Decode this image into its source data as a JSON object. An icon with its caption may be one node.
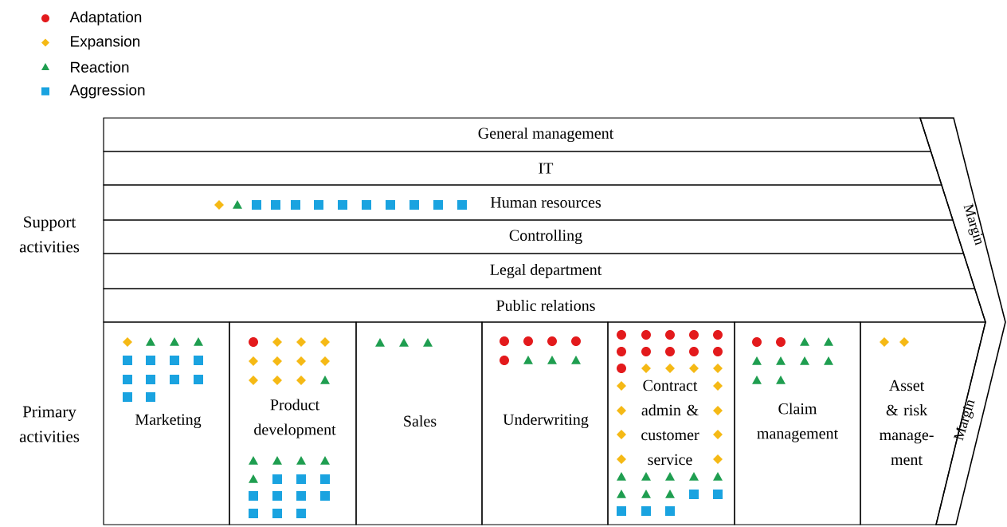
{
  "diagram": {
    "nodes": [
      {
        "text": [
          "General management"
        ]
      },
      {
        "text": [
          "IT"
        ]
      },
      {
        "text": [
          "Human resources"
        ]
      },
      {
        "text": [
          "Controlling"
        ]
      },
      {
        "text": [
          "Legal department"
        ]
      },
      {
        "text": [
          "Public relations"
        ]
      },
      {
        "text": [
          "Marketing"
        ]
      },
      {
        "text": [
          "Product development"
        ]
      },
      {
        "text": [
          "Sales"
        ]
      },
      {
        "text": [
          "Underwriting"
        ]
      },
      {
        "text": [
          "Contract admin & customer service"
        ]
      },
      {
        "text": [
          "Claim management"
        ]
      },
      {
        "text": [
          "Asset & risk manage-ment"
        ]
      }
    ],
    "labels": [
      "Support activities",
      "Primary activities",
      "Margin",
      "Margin"
    ],
    "legend": [
      {
        "text": "Adaptation",
        "color": "#e31a1c"
      },
      {
        "text": "Expansion",
        "color": "#f5b915"
      },
      {
        "text": "Reaction",
        "color": "#1f9e50"
      },
      {
        "text": "Aggression",
        "color": "#1aa3e0"
      }
    ]
  }
}
